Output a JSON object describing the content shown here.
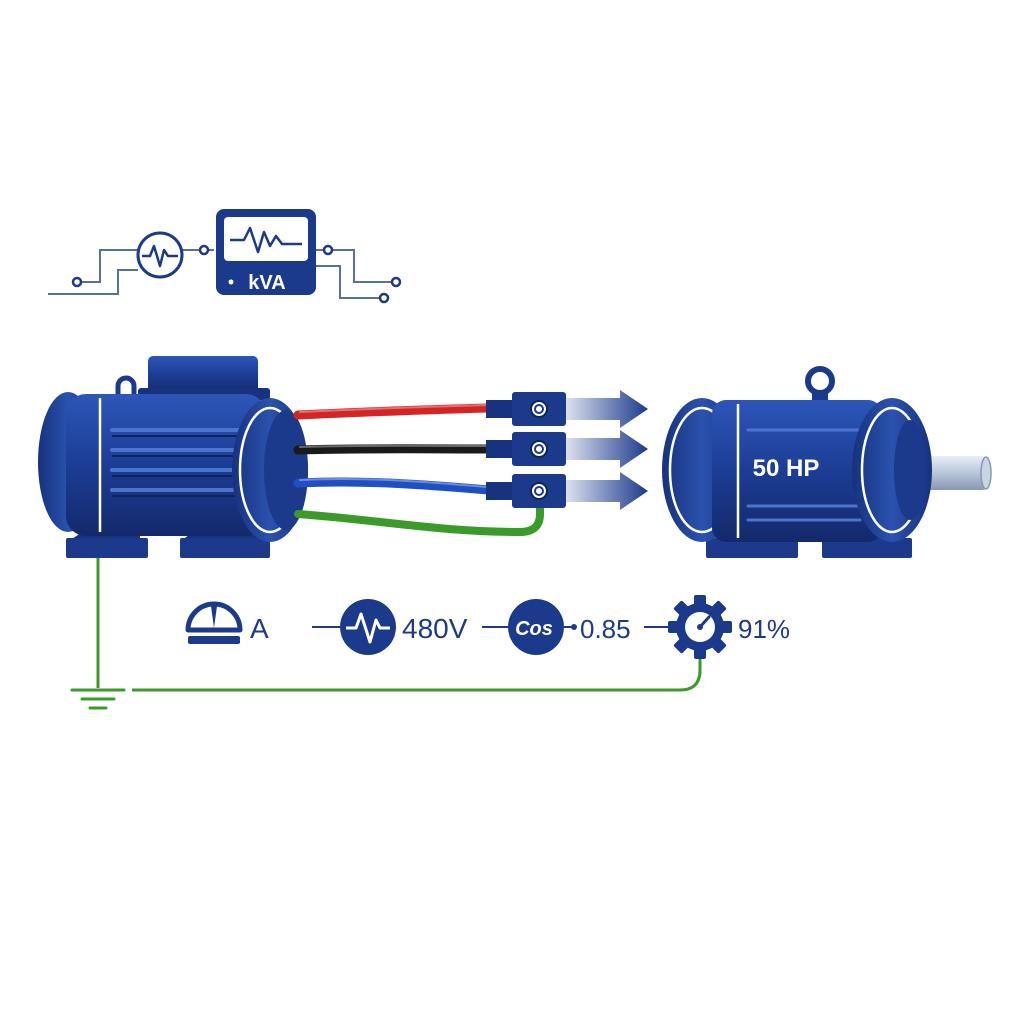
{
  "meter": {
    "unit_label": "kVA"
  },
  "motor": {
    "rating_label": "50 HP"
  },
  "readings": {
    "current_label": "A",
    "voltage_label": "480V",
    "power_factor_symbol": "Cos",
    "power_factor_value": "0.85",
    "efficiency_value": "91%"
  },
  "icons": {
    "meter_icon": "waveform-meter-icon",
    "ac_source_icon": "ac-source-icon",
    "ammeter_icon": "ammeter-gauge-icon",
    "voltage_icon": "voltage-wave-icon",
    "power_factor_icon": "cos-phi-icon",
    "efficiency_icon": "gear-gauge-icon",
    "ground_icon": "ground-symbol-icon"
  },
  "colors": {
    "navy": "#1b3a8c",
    "navy_dark": "#142c6e",
    "navy_light": "#2a55b5",
    "wire_red": "#d42424",
    "wire_black": "#1a1a1a",
    "wire_blue": "#1f4fc4",
    "wire_green": "#3a9a2a",
    "circuit_line": "#5a6e9a"
  }
}
